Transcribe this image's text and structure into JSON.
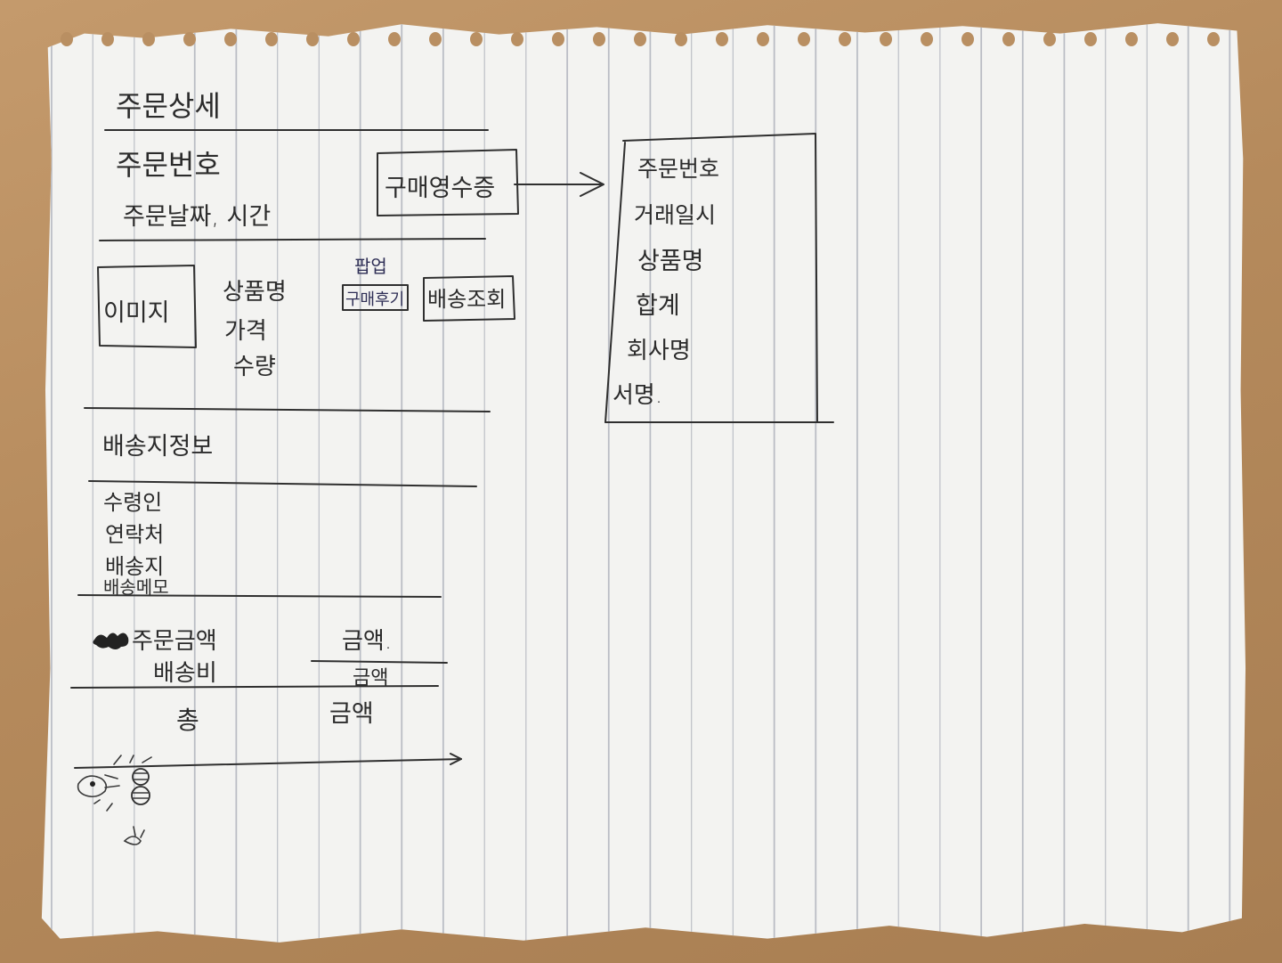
{
  "order_detail": {
    "title": "주문상세",
    "order_number": "주문번호",
    "order_datetime": "주문날짜, 시간"
  },
  "receipt_button": {
    "label": "구매영수증"
  },
  "receipt_popup": {
    "items": [
      "주문번호",
      "거래일시",
      "상품명",
      "합계",
      "회사명",
      "서명."
    ]
  },
  "product": {
    "image_label": "이미지",
    "name": "상품명",
    "price": "가격",
    "quantity": "수량",
    "popup_note": "팝업",
    "popup_button": "구매후기",
    "delivery_lookup_button": "배송조회"
  },
  "shipping": {
    "title": "배송지정보",
    "fields": [
      "수령인",
      "연락처",
      "배송지",
      "배송메모"
    ]
  },
  "payment": {
    "order_amount_label": "주문금액",
    "order_amount_value": "금액.",
    "shipping_fee_label": "배송비",
    "shipping_fee_value": "금액",
    "total_label": "총",
    "total_value": "금액"
  }
}
